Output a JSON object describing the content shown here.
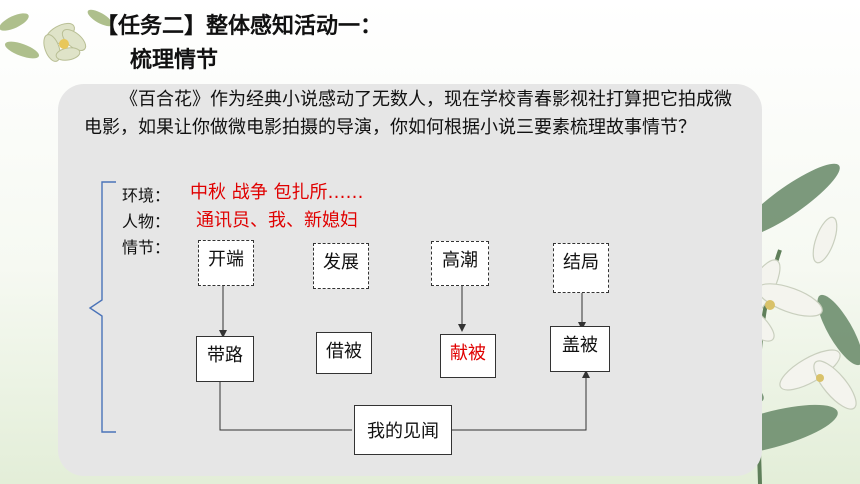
{
  "title": {
    "line1": "【任务二】整体感知活动一：",
    "line2": "梳理情节"
  },
  "intro": "《百合花》作为经典小说感动了无数人，现在学校青春影视社打算把它拍成微电影，如果让你做微电影拍摄的导演，你如何根据小说三要素梳理故事情节？",
  "elements": {
    "setting_label": "环境：",
    "setting_value": "中秋 战争 包扎所……",
    "characters_label": "人物：",
    "characters_value": "通讯员、我、新媳妇",
    "plot_label": "情节："
  },
  "plot_stages": [
    "开端",
    "发展",
    "高潮",
    "结局"
  ],
  "plot_events": [
    "带路",
    "借被",
    "献被",
    "盖被"
  ],
  "bridge": "我的见闻",
  "colors": {
    "accent_red": "#e00000",
    "panel": "#e6e6e6",
    "bracket": "#4a73b8"
  }
}
